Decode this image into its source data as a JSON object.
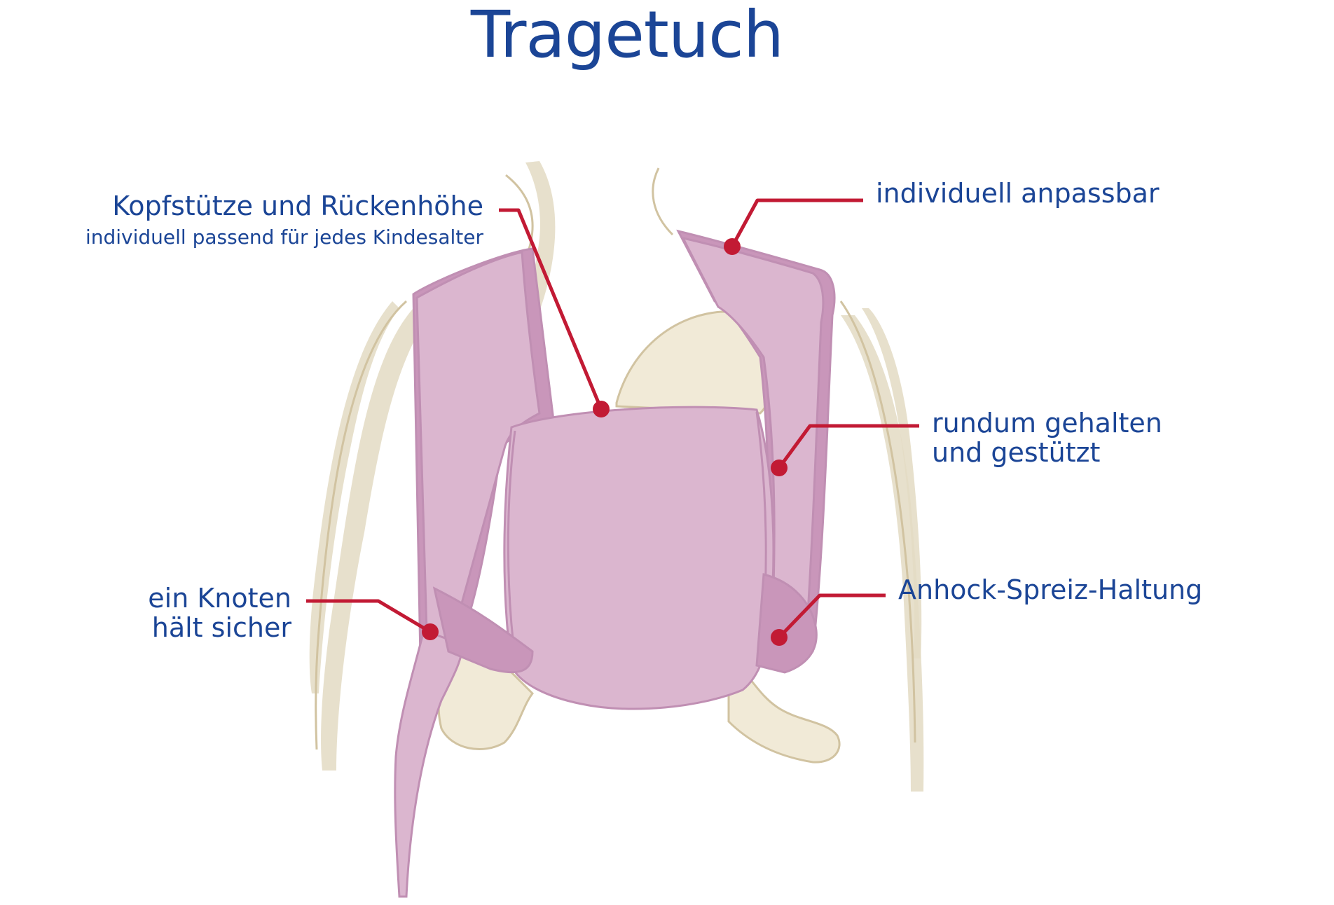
{
  "title": "Tragetuch",
  "colors": {
    "text": "#1b4596",
    "callout": "#c21a34",
    "sling": "#dbb6cf",
    "sling_stroke": "#c08fb3",
    "sling_dark": "#c996ba",
    "limb": "#f1ead7",
    "limb_stroke": "#d1c3a1",
    "hair": "#e3dac3",
    "background": "#ffffff"
  },
  "callouts": {
    "headrest": {
      "title": "Kopfstütze und Rückenhöhe",
      "subtitle": "individuell passend für jedes Kindesalter"
    },
    "adjustable": {
      "title": "individuell anpassbar"
    },
    "held": {
      "line1": "rundum gehalten",
      "line2": "und gestützt"
    },
    "position": {
      "title": "Anhock-Spreiz-Haltung"
    },
    "knot": {
      "line1": "ein Knoten",
      "line2": "hält sicher"
    }
  }
}
